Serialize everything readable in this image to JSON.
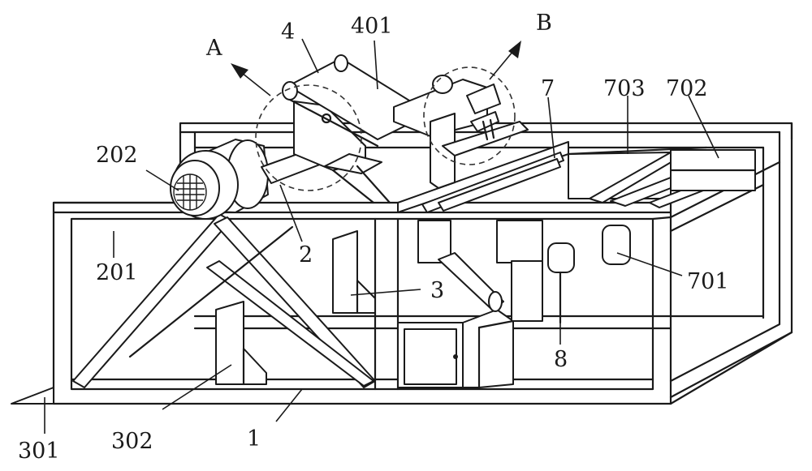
{
  "labels": {
    "l1": "1",
    "l2": "2",
    "l3": "3",
    "l4": "4",
    "l7": "7",
    "l8": "8",
    "l201": "201",
    "l202": "202",
    "l301": "301",
    "l302": "302",
    "l401": "401",
    "l701": "701",
    "l702": "702",
    "l703": "703",
    "lA": "A",
    "lB": "B"
  }
}
